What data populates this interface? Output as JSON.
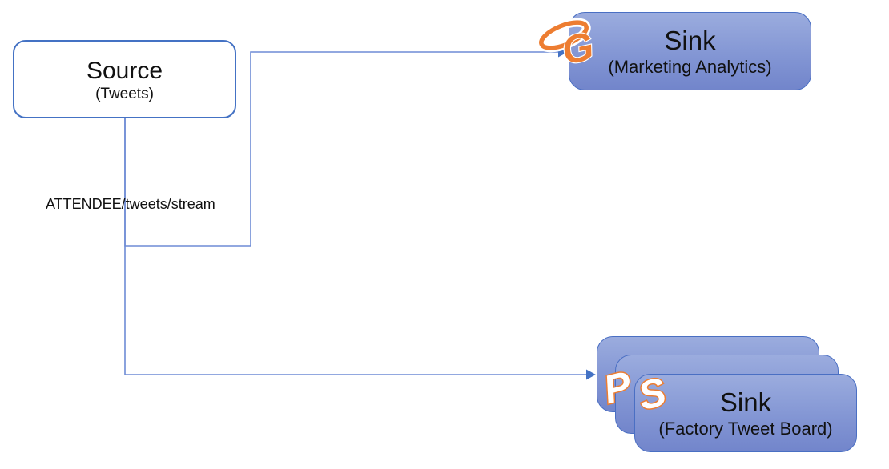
{
  "diagram": {
    "nodes": {
      "source": {
        "title": "Source",
        "subtitle": "(Tweets)"
      },
      "sink_marketing": {
        "title": "Sink",
        "subtitle": "(Marketing Analytics)",
        "logo_letters": {
          "first": "C",
          "second": "G"
        },
        "stacked": false
      },
      "sink_factory": {
        "title": "Sink",
        "subtitle": "(Factory Tweet Board)",
        "logo_letters": {
          "first": "P",
          "second": "S"
        },
        "stacked": true,
        "stack_count": 3
      }
    },
    "edges": [
      {
        "from": "source",
        "to": "sink_marketing",
        "label": "ATTENDEE/tweets/stream"
      },
      {
        "from": "source",
        "to": "sink_factory",
        "label": ""
      }
    ],
    "colors": {
      "sink_fill_top": "#9BACDE",
      "sink_fill_bottom": "#7285CB",
      "sink_border": "#4A6FC3",
      "source_border": "#4472C4",
      "connector_line": "#6E8CD5",
      "arrowhead": "#4472C4",
      "logo_orange": "#ED7D31",
      "logo_white": "#FFFFFF",
      "text": "#111111",
      "background": "#FFFFFF"
    }
  }
}
